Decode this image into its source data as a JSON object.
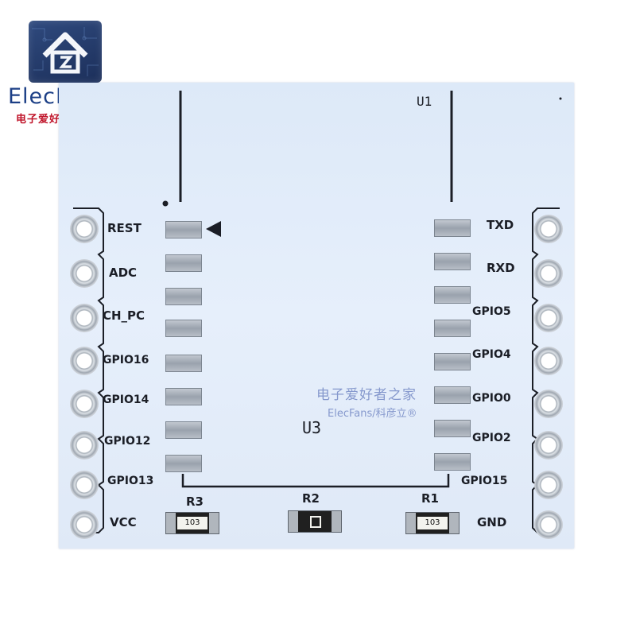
{
  "brand": {
    "name": "ElecFans",
    "subtitle": "电子爱好者之家"
  },
  "board": {
    "module_label": "U1",
    "chip_label": "U3",
    "left_pins": [
      "REST",
      "ADC",
      "CH_PC",
      "GPIO16",
      "GPIO14",
      "GPIO12",
      "GPIO13",
      "VCC"
    ],
    "right_pins": [
      "TXD",
      "RXD",
      "GPIO5",
      "GPIO4",
      "GPIO0",
      "GPIO2",
      "GPIO15",
      "GND"
    ],
    "resistors": [
      {
        "label": "R3",
        "code": "103"
      },
      {
        "label": "R2",
        "code": ""
      },
      {
        "label": "R1",
        "code": "103"
      }
    ]
  },
  "watermark": {
    "cn": "电子爱好者之家",
    "en": "ElecFans/科彦立®"
  },
  "colors": {
    "board": "#e2ecf9",
    "brand_blue": "#1c3f86",
    "brand_red": "#c0142a",
    "silkscreen": "#1b1e26"
  }
}
